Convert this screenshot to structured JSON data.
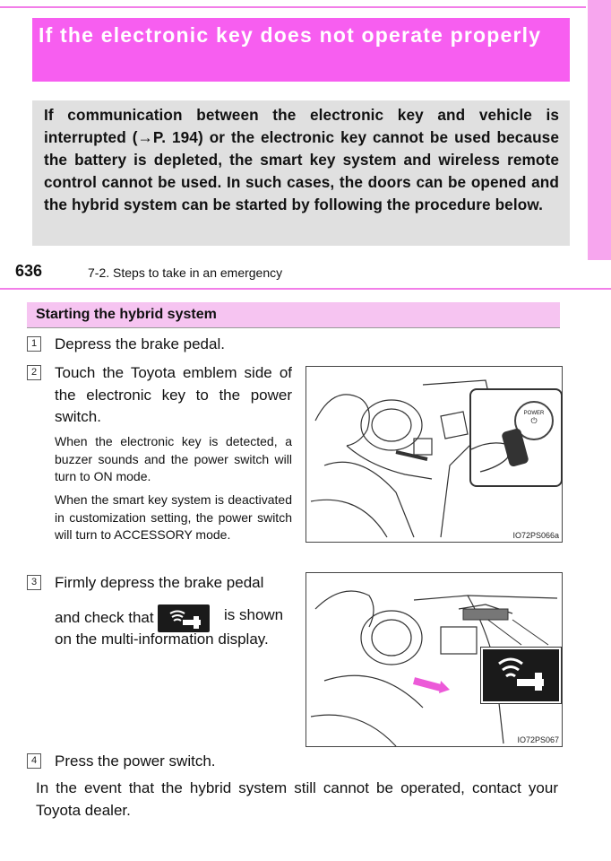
{
  "title": "If the electronic key does not operate properly",
  "intro": "If communication between the electronic key and vehicle is interrupted (→P. 194) or the electronic key cannot be used because the battery is depleted, the smart key system and wireless remote control cannot be used. In such cases, the doors can be opened and the hybrid system can be started by following the procedure below.",
  "header": {
    "page_number": "636",
    "chapter": "7-2. Steps to take in an emergency"
  },
  "section": {
    "title": "Starting the hybrid system"
  },
  "steps": [
    {
      "num": "1",
      "text": "Depress the brake pedal."
    },
    {
      "num": "2",
      "text": "Touch the Toyota emblem side of the electronic key to the power switch.",
      "notes": [
        "When the electronic key is detected, a buzzer sounds and the power switch will turn to ON mode.",
        "When the smart key system is deactivated in customization setting, the power switch will turn to ACCESSORY mode."
      ]
    },
    {
      "num": "3",
      "text_before": "Firmly depress the brake pedal and check that",
      "text_after": "is shown on the multi-information display."
    },
    {
      "num": "4",
      "text": "Press the power switch."
    }
  ],
  "closing": "In the event that the hybrid system still cannot be operated, contact your Toyota dealer.",
  "figures": [
    {
      "label": "IO72PS066a",
      "button_text": "POWER"
    },
    {
      "label": "IO72PS067"
    }
  ],
  "colors": {
    "title_bg": "#f75ef0",
    "section_bg": "#f6c4f1",
    "intro_bg": "#e0e0e0",
    "rule": "#f27ee8"
  }
}
